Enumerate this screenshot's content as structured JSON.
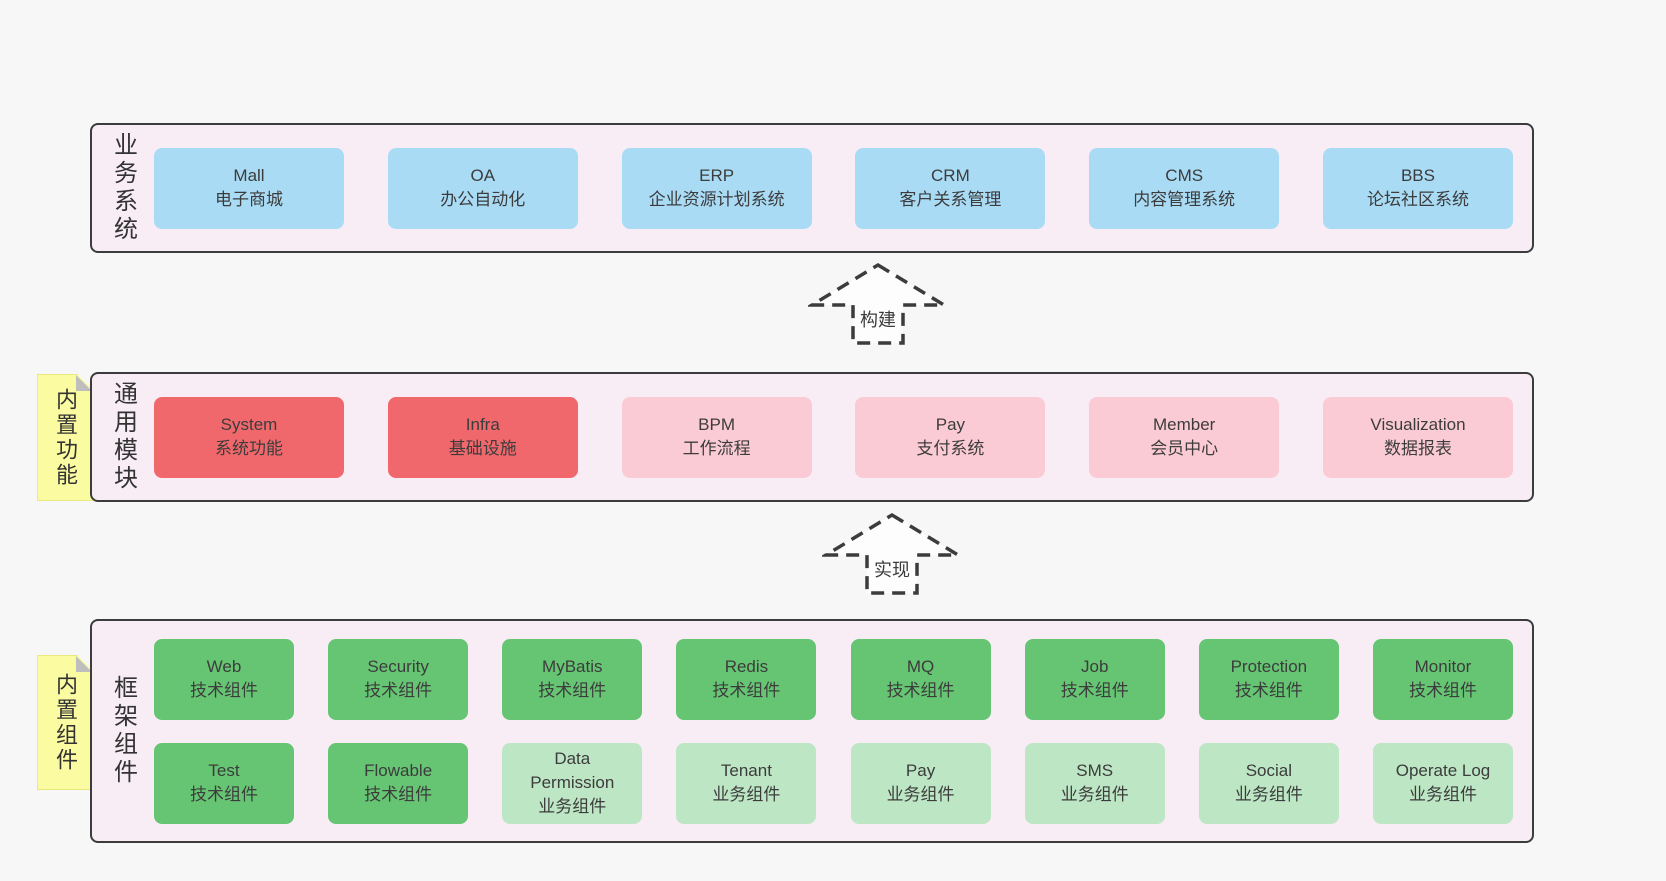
{
  "colors": {
    "page_bg": "#f7f7f7",
    "container_fill": "#f8edf5",
    "container_border": "#3c3c3c",
    "box_blue": "#a9dbf5",
    "box_red": "#f0686c",
    "box_pink": "#fbcbd5",
    "box_green": "#66c573",
    "box_light_green": "#bde6c4",
    "sticky_yellow": "#fbfba1",
    "fold_gray": "#bebebe",
    "text": "#3c3c3c"
  },
  "arrows": [
    {
      "label": "构建"
    },
    {
      "label": "实现"
    }
  ],
  "bands": [
    {
      "label": "业务系统",
      "boxes": [
        {
          "name": "Mall",
          "subtitle": "电子商城"
        },
        {
          "name": "OA",
          "subtitle": "办公自动化"
        },
        {
          "name": "ERP",
          "subtitle": "企业资源计划系统"
        },
        {
          "name": "CRM",
          "subtitle": "客户关系管理"
        },
        {
          "name": "CMS",
          "subtitle": "内容管理系统"
        },
        {
          "name": "BBS",
          "subtitle": "论坛社区系统"
        }
      ]
    },
    {
      "label": "通用模块",
      "sticky": "内置功能",
      "boxes": [
        {
          "name": "System",
          "subtitle": "系统功能"
        },
        {
          "name": "Infra",
          "subtitle": "基础设施"
        },
        {
          "name": "BPM",
          "subtitle": "工作流程"
        },
        {
          "name": "Pay",
          "subtitle": "支付系统"
        },
        {
          "name": "Member",
          "subtitle": "会员中心"
        },
        {
          "name": "Visualization",
          "subtitle": "数据报表"
        }
      ]
    },
    {
      "label": "框架组件",
      "sticky": "内置组件",
      "rows": [
        {
          "boxes": [
            {
              "name": "Web",
              "subtitle": "技术组件"
            },
            {
              "name": "Security",
              "subtitle": "技术组件"
            },
            {
              "name": "MyBatis",
              "subtitle": "技术组件"
            },
            {
              "name": "Redis",
              "subtitle": "技术组件"
            },
            {
              "name": "MQ",
              "subtitle": "技术组件"
            },
            {
              "name": "Job",
              "subtitle": "技术组件"
            },
            {
              "name": "Protection",
              "subtitle": "技术组件"
            },
            {
              "name": "Monitor",
              "subtitle": "技术组件"
            }
          ]
        },
        {
          "boxes": [
            {
              "name": "Test",
              "subtitle": "技术组件"
            },
            {
              "name": "Flowable",
              "subtitle": "技术组件"
            },
            {
              "name": "Data Permission",
              "subtitle": "业务组件"
            },
            {
              "name": "Tenant",
              "subtitle": "业务组件"
            },
            {
              "name": "Pay",
              "subtitle": "业务组件"
            },
            {
              "name": "SMS",
              "subtitle": "业务组件"
            },
            {
              "name": "Social",
              "subtitle": "业务组件"
            },
            {
              "name": "Operate Log",
              "subtitle": "业务组件"
            }
          ]
        }
      ]
    }
  ]
}
